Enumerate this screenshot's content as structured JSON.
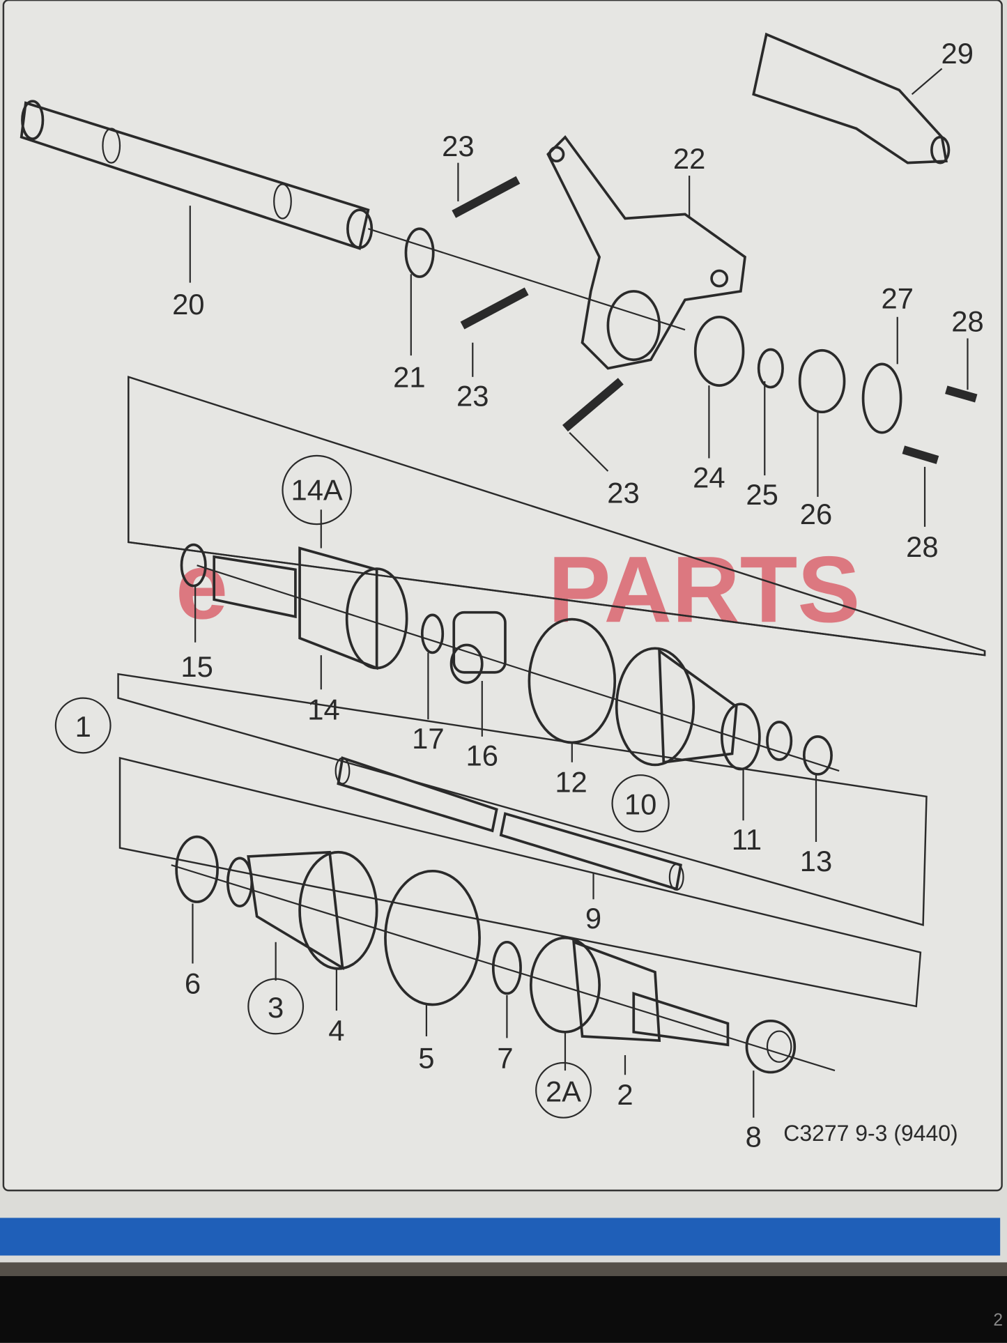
{
  "diagram": {
    "reference_code": "C3277 9-3 (9440)",
    "watermark": {
      "prefix": "e",
      "brand": "PARTS",
      "color": "#d9545f"
    },
    "callouts": [
      {
        "id": "29",
        "circled": false
      },
      {
        "id": "23",
        "circled": false
      },
      {
        "id": "22",
        "circled": false
      },
      {
        "id": "20",
        "circled": false
      },
      {
        "id": "21",
        "circled": false
      },
      {
        "id": "23",
        "circled": false
      },
      {
        "id": "27",
        "circled": false
      },
      {
        "id": "28",
        "circled": false
      },
      {
        "id": "23",
        "circled": false
      },
      {
        "id": "24",
        "circled": false
      },
      {
        "id": "25",
        "circled": false
      },
      {
        "id": "26",
        "circled": false
      },
      {
        "id": "28",
        "circled": false
      },
      {
        "id": "14A",
        "circled": true
      },
      {
        "id": "15",
        "circled": false
      },
      {
        "id": "14",
        "circled": false
      },
      {
        "id": "17",
        "circled": false
      },
      {
        "id": "16",
        "circled": false
      },
      {
        "id": "12",
        "circled": false
      },
      {
        "id": "10",
        "circled": true
      },
      {
        "id": "11",
        "circled": false
      },
      {
        "id": "13",
        "circled": false
      },
      {
        "id": "1",
        "circled": true
      },
      {
        "id": "9",
        "circled": false
      },
      {
        "id": "6",
        "circled": false
      },
      {
        "id": "3",
        "circled": true
      },
      {
        "id": "4",
        "circled": false
      },
      {
        "id": "5",
        "circled": false
      },
      {
        "id": "7",
        "circled": false
      },
      {
        "id": "2A",
        "circled": true
      },
      {
        "id": "2",
        "circled": false
      },
      {
        "id": "8",
        "circled": false
      }
    ]
  },
  "footer": {
    "accent_color": "#1f5fb8",
    "corner_text": "2"
  }
}
